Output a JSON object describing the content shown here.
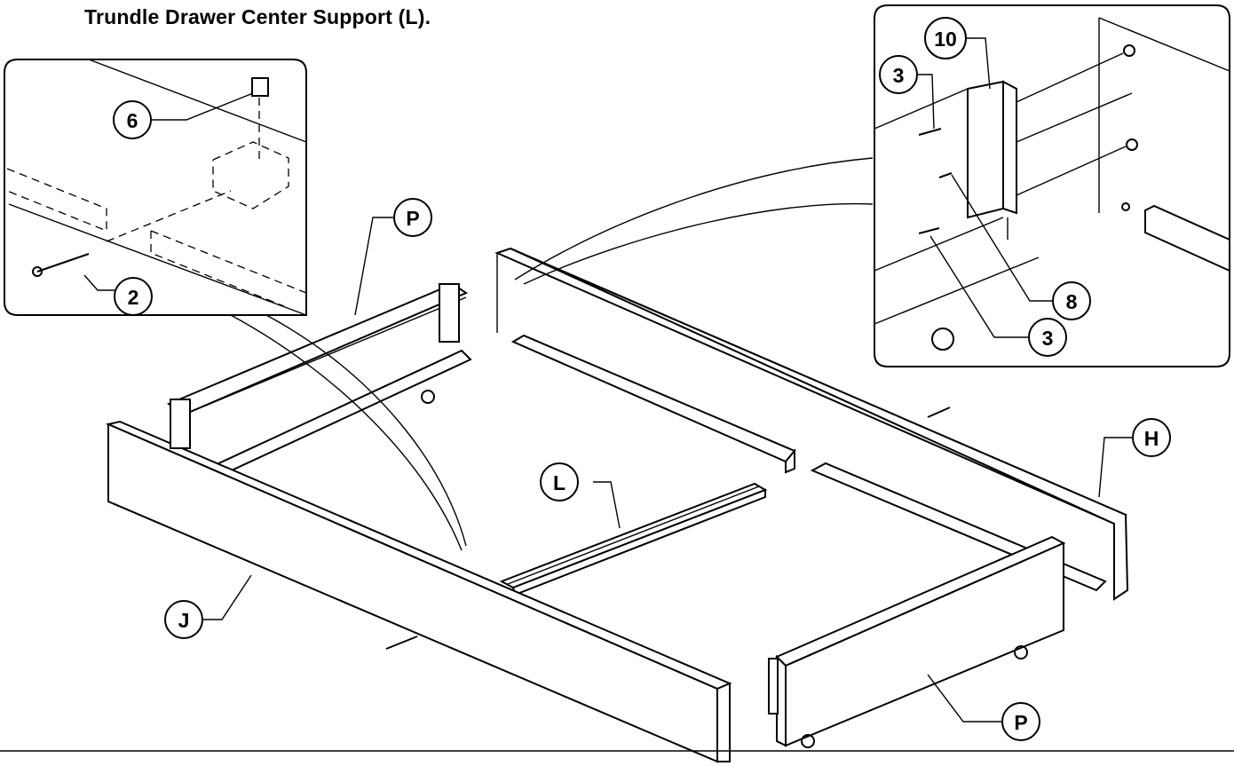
{
  "title": "Trundle Drawer Center Support (L).",
  "callouts": {
    "L": "L",
    "J": "J",
    "H": "H",
    "P_top": "P",
    "P_bottom": "P",
    "left_6": "6",
    "left_2": "2",
    "right_10": "10",
    "right_3a": "3",
    "right_3b": "3",
    "right_8": "8"
  }
}
